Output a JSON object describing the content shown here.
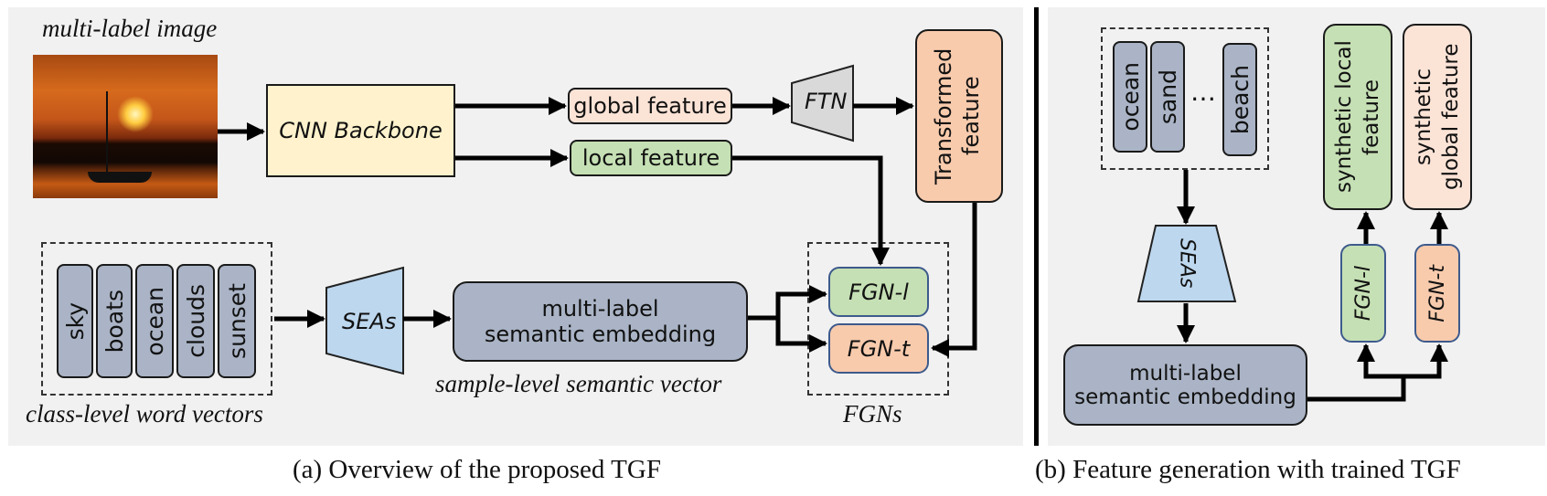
{
  "panel_a": {
    "caption": "(a) Overview of the proposed TGF",
    "image_label": "multi-label image",
    "backbone_label": "CNN Backbone",
    "global_feature_label": "global feature",
    "local_feature_label": "local feature",
    "ftn_label": "FTN",
    "transformed_feature_label": "Transformed feature",
    "word_vectors": [
      "sky",
      "boats",
      "ocean",
      "clouds",
      "sunset"
    ],
    "word_vectors_caption": "class-level word vectors",
    "seas_label": "SEAs",
    "embedding_label_line1": "multi-label",
    "embedding_label_line2": "semantic embedding",
    "sample_vector_caption": "sample-level semantic vector",
    "fgn_l_label": "FGN-l",
    "fgn_t_label": "FGN-t",
    "fgns_caption": "FGNs"
  },
  "panel_b": {
    "caption": "(b) Feature generation with trained TGF",
    "word_vectors": [
      "ocean",
      "sand",
      "beach"
    ],
    "ellipsis": "…",
    "seas_label": "SEAs",
    "embedding_label_line1": "multi-label",
    "embedding_label_line2": "semantic embedding",
    "fgn_l_label": "FGN-l",
    "fgn_t_label": "FGN-t",
    "synthetic_local_label": "synthetic local feature",
    "synthetic_global_label": "synthetic global feature"
  },
  "colors": {
    "panel_bg": "#f1f1f1",
    "backbone": "#fff2cc",
    "global": "#fbe3d6",
    "local": "#c5e0b4",
    "ftn": "#d9d9d9",
    "transformed": "#f8cbad",
    "word_vector": "#aab4c6",
    "seas": "#bdd7ee",
    "fgn_l": "#c5e0b4",
    "fgn_t": "#f8cbad"
  }
}
